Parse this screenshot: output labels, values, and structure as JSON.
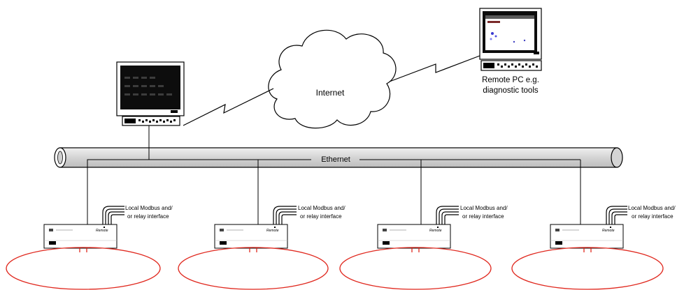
{
  "cloud": {
    "label": "Internet"
  },
  "network": {
    "label": "Ethernet"
  },
  "remote_pc": {
    "label_line1": "Remote PC e.g.",
    "label_line2": "diagnostic tools"
  },
  "controllers": [
    {
      "label_line1": "Local Modbus and/",
      "label_line2": "or relay interface",
      "brand": "Remote"
    },
    {
      "label_line1": "Local Modbus and/",
      "label_line2": "or relay interface",
      "brand": "Remote"
    },
    {
      "label_line1": "Local Modbus and/",
      "label_line2": "or relay interface",
      "brand": "Remote"
    },
    {
      "label_line1": "Local Modbus and/",
      "label_line2": "or relay interface",
      "brand": "Remote"
    }
  ],
  "colors": {
    "loop": "#e0281e",
    "pipe": "#d9d9d9",
    "line": "#000000"
  }
}
